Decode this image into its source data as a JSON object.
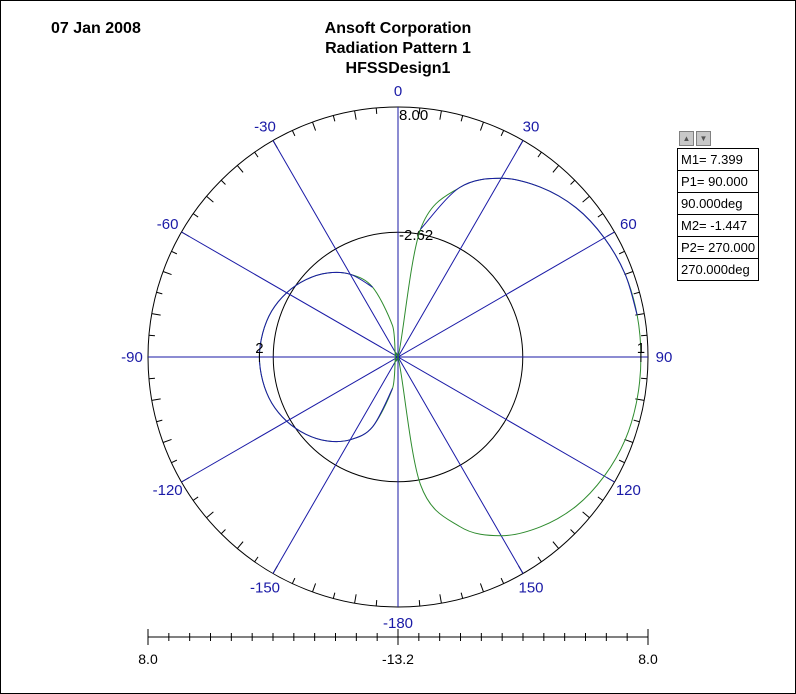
{
  "header": {
    "date": "07 Jan 2008",
    "company": "Ansoft Corporation",
    "plot_name": "Radiation Pattern 1",
    "design": "HFSSDesign1"
  },
  "markers": {
    "up_icon": "up-arrow-icon",
    "down_icon": "down-arrow-icon",
    "m1": [
      "M1= 7.399",
      "P1= 90.000",
      "90.000deg"
    ],
    "m2": [
      "M2= -1.447",
      "P2= 270.000",
      "270.000deg"
    ]
  },
  "colors": {
    "grid": "#1a1aa6",
    "trace_a": "#2e8b2e",
    "trace_b": "#1a1aa6",
    "ring": "#000000"
  },
  "chart_data": {
    "type": "polar",
    "title": "Radiation Pattern 1",
    "angle_labels": [
      "0",
      "30",
      "60",
      "90",
      "120",
      "150",
      "-180",
      "-150",
      "-120",
      "-90",
      "-60",
      "-30"
    ],
    "angles_deg": [
      0,
      30,
      60,
      90,
      120,
      150,
      180,
      -150,
      -120,
      -90,
      -60,
      -30
    ],
    "r_min": -13.2,
    "r_max": 8.0,
    "ring_labels": [
      "8.00",
      "-2.62"
    ],
    "ring_values": [
      8.0,
      -2.62
    ],
    "bottom_axis": {
      "left": "8.0",
      "center": "-13.2",
      "right": "8.0"
    },
    "marker_points": [
      {
        "label": "1",
        "theta": 90,
        "value": 7.399
      },
      {
        "label": "2",
        "theta": 270,
        "value": -1.447
      }
    ],
    "series": [
      {
        "theta": [
          0,
          10,
          20,
          30,
          40,
          50,
          60,
          70,
          80,
          90,
          100,
          110,
          120,
          130,
          140,
          150,
          160,
          170,
          180,
          190,
          200,
          210,
          220,
          230,
          240,
          250,
          260,
          270,
          280,
          290,
          300,
          310,
          320,
          330,
          340,
          350
        ],
        "r": [
          -13.2,
          -2.2,
          2.1,
          4.3,
          5.6,
          6.5,
          7.0,
          7.3,
          7.39,
          7.4,
          7.39,
          7.3,
          7.0,
          6.5,
          5.6,
          4.3,
          2.1,
          -2.2,
          -13.2,
          -10.5,
          -6.9,
          -5.1,
          -3.9,
          -3.0,
          -2.3,
          -1.8,
          -1.55,
          -1.45,
          -1.55,
          -1.8,
          -2.3,
          -3.0,
          -3.9,
          -5.1,
          -6.9,
          -10.5
        ]
      }
    ]
  }
}
